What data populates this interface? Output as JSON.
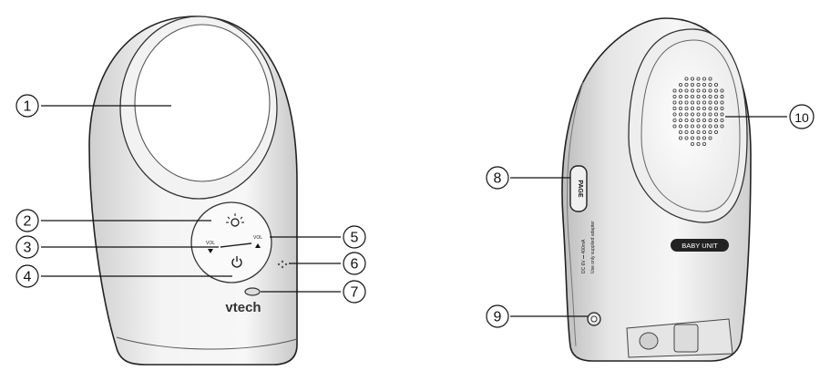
{
  "callouts": [
    {
      "id": "1",
      "label": "1"
    },
    {
      "id": "2",
      "label": "2"
    },
    {
      "id": "3",
      "label": "3"
    },
    {
      "id": "4",
      "label": "4"
    },
    {
      "id": "5",
      "label": "5"
    },
    {
      "id": "6",
      "label": "6"
    },
    {
      "id": "7",
      "label": "7"
    },
    {
      "id": "8",
      "label": "8"
    },
    {
      "id": "9",
      "label": "9"
    },
    {
      "id": "10",
      "label": "10"
    }
  ],
  "front": {
    "brand": "vtech",
    "vol_left": "VOL",
    "vol_right": "VOL"
  },
  "back": {
    "page_button": "PAGE",
    "unit_badge": "BABY UNIT",
    "power_spec": "DC 6V ⎓ 400mA",
    "adapter_note": "Use only supplied adapter"
  }
}
